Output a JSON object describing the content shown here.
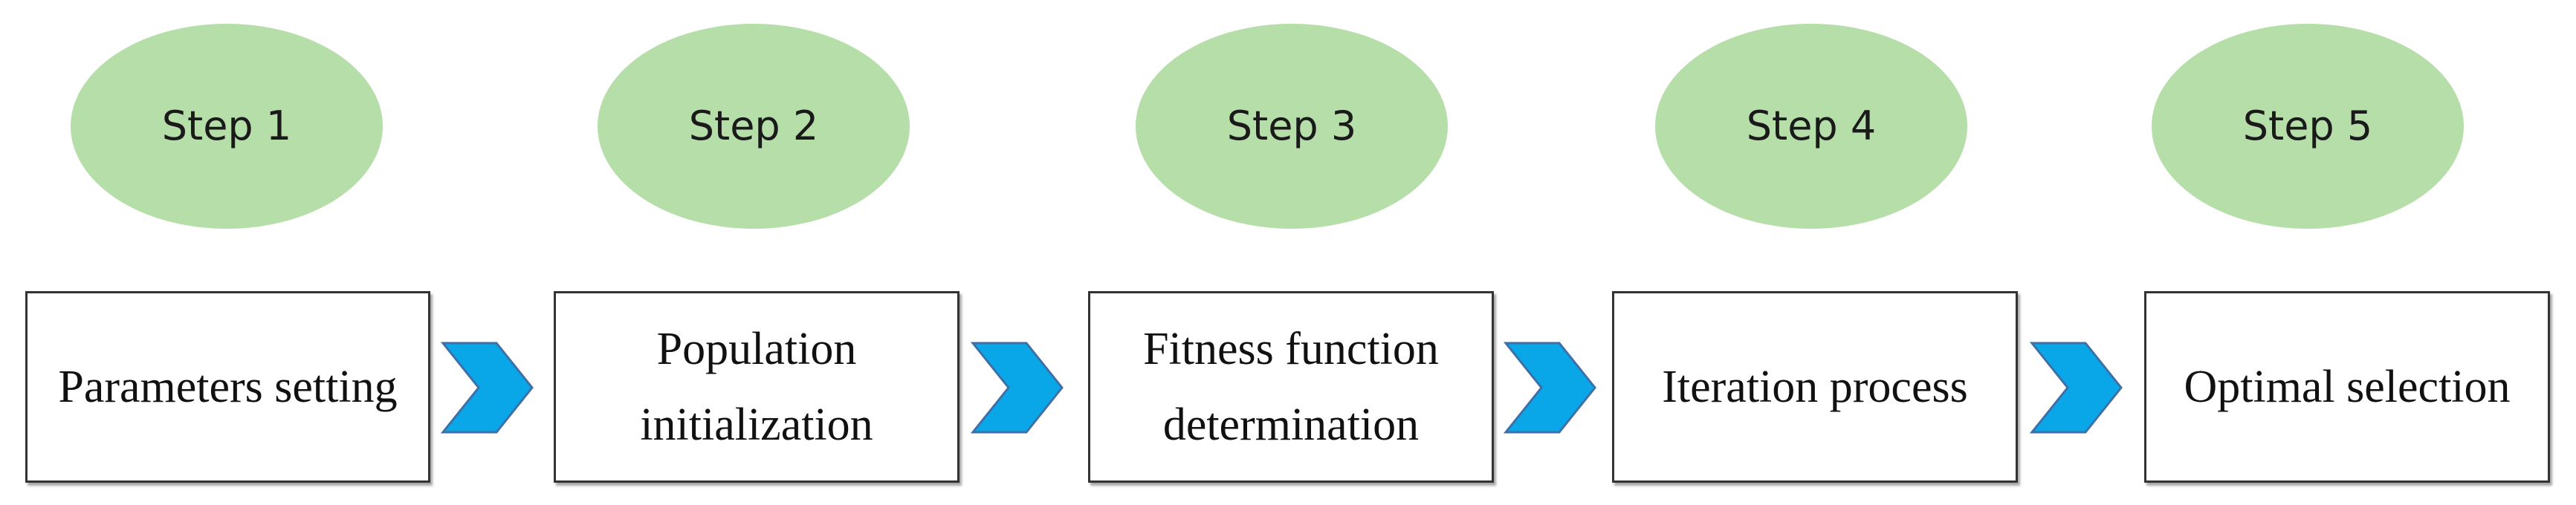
{
  "steps": [
    {
      "label": "Step 1"
    },
    {
      "label": "Step 2"
    },
    {
      "label": "Step 3"
    },
    {
      "label": "Step 4"
    },
    {
      "label": "Step 5"
    }
  ],
  "processes": [
    {
      "label": "Parameters setting"
    },
    {
      "label": "Population\ninitialization"
    },
    {
      "label": "Fitness function\ndetermination"
    },
    {
      "label": "Iteration process"
    },
    {
      "label": "Optimal selection"
    }
  ],
  "colors": {
    "ellipse_fill": "#b6dea9",
    "arrow_fill": "#0aa7e8",
    "arrow_outline": "#3d6fa8",
    "box_border": "#333333"
  },
  "icons": {
    "connector": "chevron-right-icon"
  }
}
